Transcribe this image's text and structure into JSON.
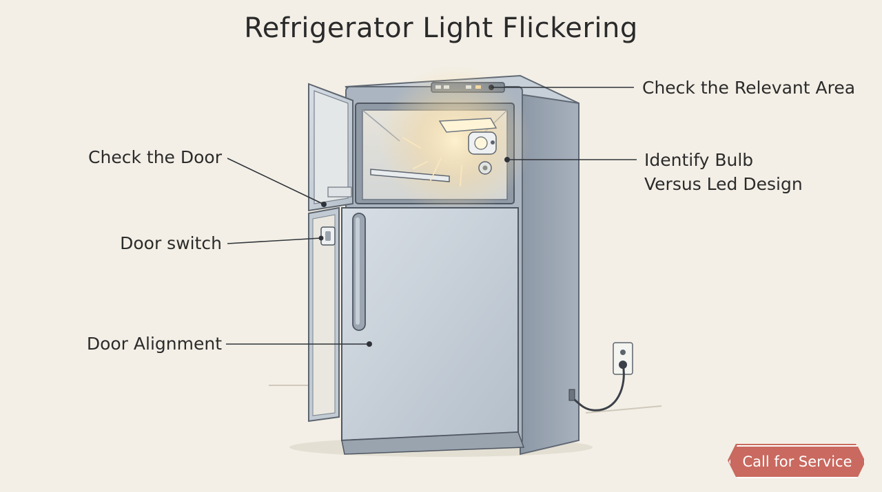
{
  "title": "Refrigerator Light Flickering",
  "callouts": {
    "relevant_area": "Check the Relevant Area",
    "bulb_line1": "Identify Bulb",
    "bulb_line2": "Versus Led Design",
    "door": "Check the Door",
    "door_switch": "Door switch",
    "door_alignment": "Door Alignment"
  },
  "cta": {
    "label": "Call for Service"
  },
  "colors": {
    "background": "#f3efe6",
    "fridge_body": "#b9c3ce",
    "cta": "#c9695f",
    "light_glow": "#f6d79a"
  }
}
